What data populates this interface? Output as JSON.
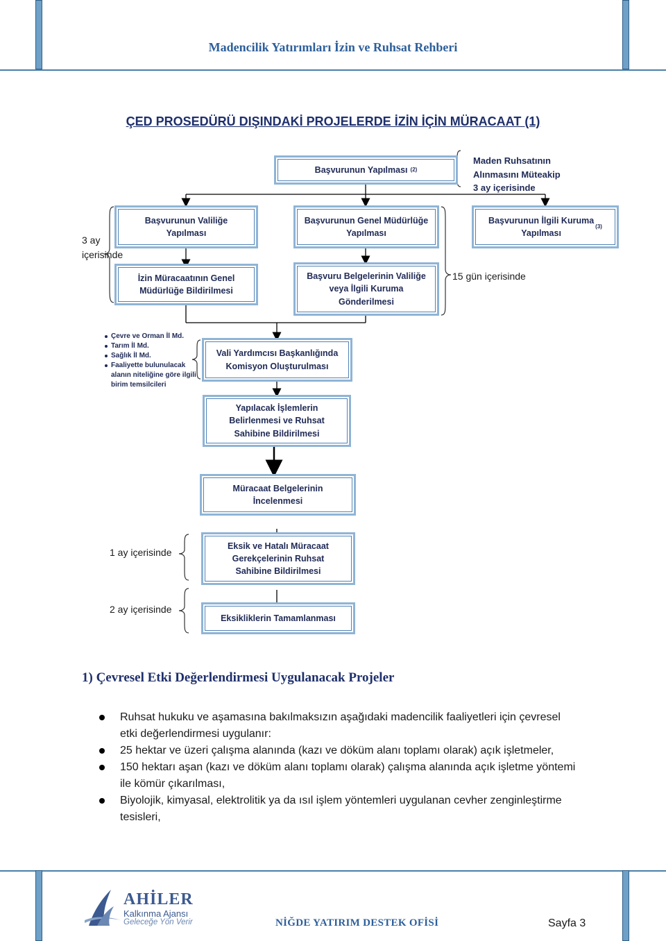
{
  "header": {
    "title": "Madencilik Yatırımları İzin ve Ruhsat Rehberi"
  },
  "document_title": "ÇED PROSEDÜRÜ DIŞINDAKİ PROJELERDE İZİN İÇİN MÜRACAAT (1)",
  "flowchart": {
    "top_box": "Başvurunun Yapılması",
    "top_box_note": "(2)",
    "top_side": "Maden Ruhsatının\nAlınmasını Müteakip\n3 ay içerisinde",
    "left_top": "Başvurunun Valiliğe\nYapılması",
    "mid_top": "Başvurunun Genel Müdürlüğe\nYapılması",
    "right_top": "Başvurunun İlgili Kuruma\nYapılması",
    "right_top_note": "(3)",
    "left_side": "3 ay\niçerisinde",
    "left_bottom": "İzin Müracaatının Genel\nMüdürlüğe Bildirilmesi",
    "mid_bottom": "Başvuru Belgelerinin Valiliğe\nveya İlgili Kuruma\nGönderilmesi",
    "right_side": "15 gün içerisinde",
    "committee_members": [
      "Çevre ve Orman İl Md.",
      "Tarım İl Md.",
      "Sağlık İl Md.",
      "Faaliyette bulunulacak alanın niteliğine göre ilgili birim temsilcileri"
    ],
    "commission": "Vali Yardımcısı Başkanlığında\nKomisyon Oluşturulması",
    "procedures": "Yapılacak İşlemlerin\nBelirlenmesi ve Ruhsat\nSahibine Bildirilmesi",
    "review": "Müracaat Belgelerinin\nİncelenmesi",
    "side_1_month": "1 ay içerisinde",
    "deficiency": "Eksik ve Hatalı Müracaat\nGerekçelerinin Ruhsat\nSahibine Bildirilmesi",
    "side_2_months": "2 ay içerisinde",
    "completion": "Eksikliklerin Tamamlanması"
  },
  "section": {
    "heading": "1) Çevresel Etki Değerlendirmesi Uygulanacak Projeler",
    "bullets": [
      "Ruhsat hukuku ve aşamasına bakılmaksızın aşağıdaki madencilik faaliyetleri için çevresel etki değerlendirmesi uygulanır:",
      "25 hektar ve üzeri çalışma alanında (kazı ve döküm alanı toplamı olarak) açık işletmeler,",
      "150 hektarı aşan (kazı ve döküm alanı toplamı olarak) çalışma alanında açık işletme yöntemi ile kömür çıkarılması,",
      "Biyolojik, kimyasal, elektrolitik ya da ısıl işlem yöntemleri uygulanan cevher zenginleştirme tesisleri,"
    ]
  },
  "footer": {
    "logo_name": "AHİLER",
    "logo_line1": "Kalkınma Ajansı",
    "logo_line2": "Geleceğe Yön Verir",
    "office": "NİĞDE YATIRIM DESTEK OFİSİ",
    "page": "Sayfa 3"
  },
  "colors": {
    "header_blue": "#2d5f9a",
    "box_border": "#4f82b5",
    "text_navy": "#1f2a55"
  }
}
